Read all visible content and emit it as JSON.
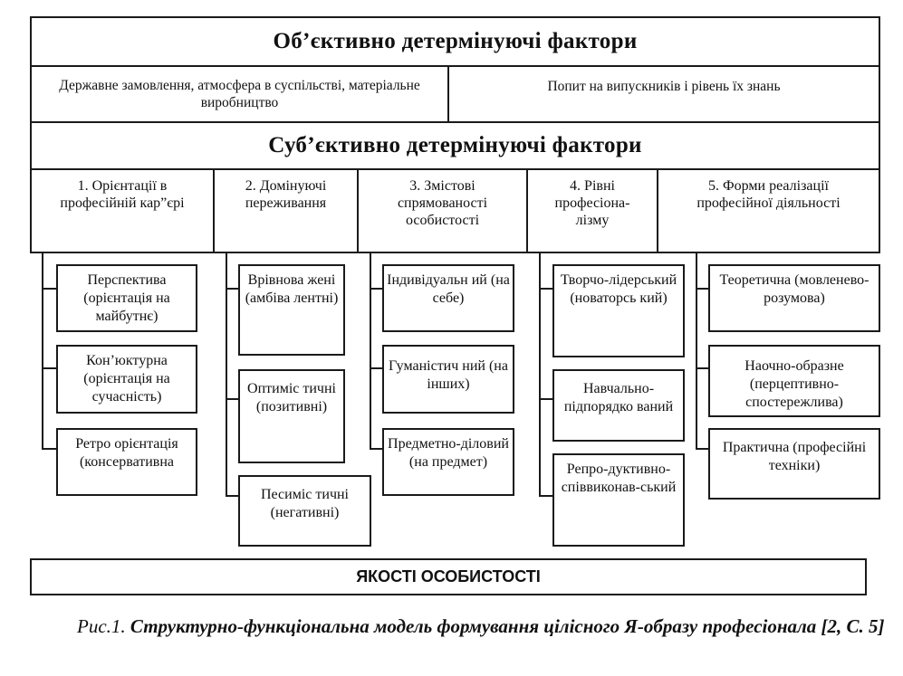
{
  "objective": {
    "title": "Об’єктивно детермінуючі фактори",
    "left": "Державне замовлення, атмосфера в суспільстві, матеріальне виробництво",
    "right": "Попит на випускників і рівень їх знань"
  },
  "subjective": {
    "title": "Суб’єктивно детермінуючі фактори",
    "columns": [
      {
        "label": "1. Орієнтації в професійній кар”єрі",
        "items": [
          "Перспектива (орієнтація на майбутнє)",
          "Кон’юктурна (орієнтація на сучасність)",
          "Ретро орієнтація (консервативна"
        ]
      },
      {
        "label": "2. Домінуючі переживання",
        "items": [
          "Врівнова жені (амбіва лентні)",
          "Оптиміс тичні (позитивні)",
          "Песиміс тичні (негативні)"
        ]
      },
      {
        "label": "3. Змістові спрямованості особистості",
        "items": [
          "Індивідуальн ий (на себе)",
          "Гуманістич ний (на інших)",
          "Предметно-діловий (на предмет)"
        ]
      },
      {
        "label": "4. Рівні професіона-лізму",
        "items": [
          "Творчо-лідерський (новаторсь кий)",
          "Навчально-підпорядко ваний",
          "Репро-дуктивно-співвиконав-ський"
        ]
      },
      {
        "label": "5. Форми реалізації професійної діяльності",
        "items": [
          "Теоретична (мовленево-розумова)",
          "Наочно-образне (перцептивно-спостережлива)",
          "Практична (професійні техніки)"
        ]
      }
    ]
  },
  "bottom": "ЯКОСТІ ОСОБИСТОСТІ",
  "caption": {
    "prefix": "Рис.1.",
    "title": "Структурно-функціональна модель формування цілісного Я-образу професіонала [2, С. 5]"
  }
}
